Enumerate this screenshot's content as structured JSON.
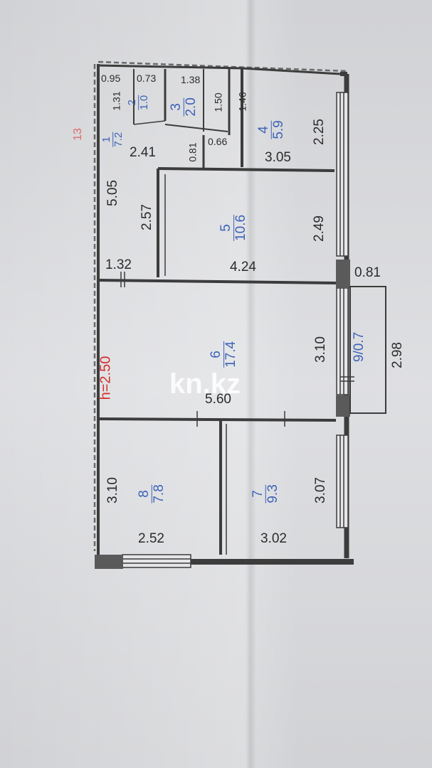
{
  "cadastral_mark": "13",
  "ceiling_height": "h=2.50",
  "watermark": "kn.kz",
  "rooms": [
    {
      "number": "1",
      "area": "7.2"
    },
    {
      "number": "2",
      "area": "1.0"
    },
    {
      "number": "3",
      "area": "2.0"
    },
    {
      "number": "4",
      "area": "5.9"
    },
    {
      "number": "5",
      "area": "10.6"
    },
    {
      "number": "6",
      "area": "17.4"
    },
    {
      "number": "7",
      "area": "9.3"
    },
    {
      "number": "8",
      "area": "7.8"
    },
    {
      "label": "9/0.7"
    }
  ],
  "dimensions": {
    "d095": "0.95",
    "d073": "0.73",
    "d138": "1.38",
    "d131": "1.31",
    "d150": "1.50",
    "d146": "1.46",
    "d225": "2.25",
    "d241": "2.41",
    "d081a": "0.81",
    "d066": "0.66",
    "d305": "3.05",
    "d505": "5.05",
    "d257": "2.57",
    "d249": "2.49",
    "d132": "1.32",
    "d424": "4.24",
    "d081b": "0.81",
    "d310a": "3.10",
    "d298": "2.98",
    "d560": "5.60",
    "d310b": "3.10",
    "d307": "3.07",
    "d252": "2.52",
    "d302": "3.02"
  }
}
